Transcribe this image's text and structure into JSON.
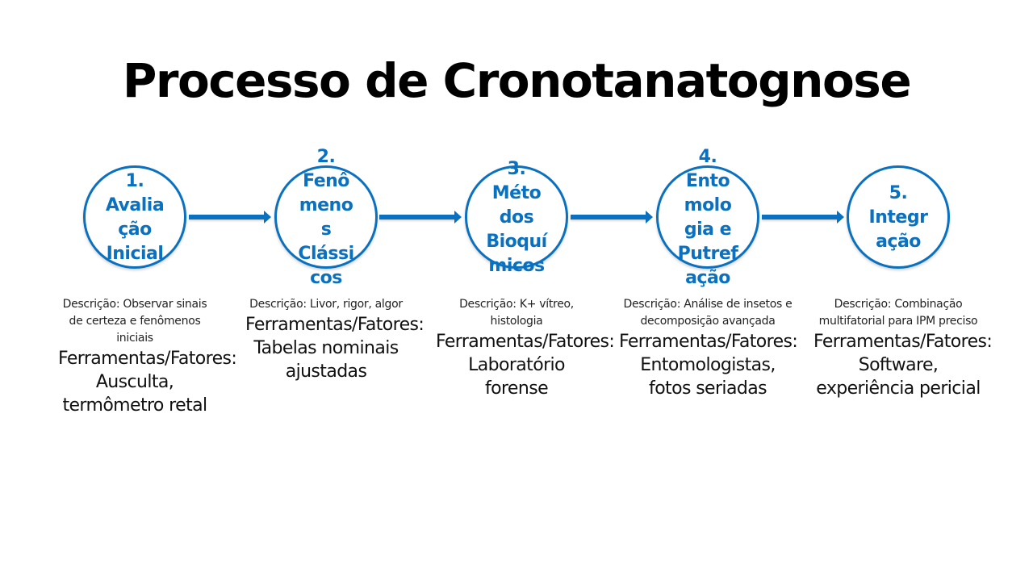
{
  "slide": {
    "title": "Processo de Cronotanatognose",
    "accent_color": "#0a70c0",
    "steps": [
      {
        "number": "1.",
        "label_lines": [
          "1.",
          "Avalia",
          "ção",
          "Inicial"
        ],
        "label": "1. Avaliação Inicial",
        "description": "Descrição: Observar sinais de certeza e fenômenos iniciais",
        "tools": "Ferramentas/Fatores: Ausculta, termômetro retal"
      },
      {
        "number": "2.",
        "label_lines": [
          "2.",
          "Fenô",
          "meno",
          "s",
          "Clássi",
          "cos"
        ],
        "label": "2. Fenômenos Clássicos",
        "description": "Descrição: Livor, rigor, algor",
        "tools": "Ferramentas/Fatores: Tabelas nominais ajustadas"
      },
      {
        "number": "3.",
        "label_lines": [
          "3.",
          "Méto",
          "dos",
          "Bioquí",
          "micos"
        ],
        "label": "3. Métodos Bioquímicos",
        "description": "Descrição: K+ vítreo, histologia",
        "tools": "Ferramentas/Fatores: Laboratório forense"
      },
      {
        "number": "4.",
        "label_lines": [
          "4.",
          "Ento",
          "molo",
          "gia e",
          "Putref",
          "ação"
        ],
        "label": "4. Entomologia e Putrefação",
        "description": "Descrição: Análise de insetos e decomposição avançada",
        "tools": "Ferramentas/Fatores: Entomologistas, fotos seriadas"
      },
      {
        "number": "5.",
        "label_lines": [
          "5.",
          "Integr",
          "ação"
        ],
        "label": "5. Integração",
        "description": "Descrição: Combinação multifatorial para IPM preciso",
        "tools": "Ferramentas/Fatores: Software, experiência pericial"
      }
    ],
    "connectors": [
      "arrow-right",
      "arrow-right",
      "arrow-right",
      "arrow-right"
    ]
  }
}
